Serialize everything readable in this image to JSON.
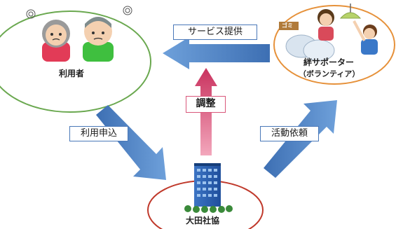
{
  "nodes": {
    "user": {
      "label": "利用者"
    },
    "supporter": {
      "label_line1": "絆サポーター",
      "label_line2": "（ボランティア）",
      "sign_text": "ゴミ"
    },
    "council": {
      "label": "大田社協"
    }
  },
  "flows": {
    "service": {
      "label": "サービス提供"
    },
    "application": {
      "label": "利用申込"
    },
    "request": {
      "label": "活動依頼"
    },
    "adjust": {
      "label": "調整"
    }
  },
  "colors": {
    "user_ellipse": "#6aa84f",
    "supporter_ellipse": "#e6913a",
    "council_ellipse": "#c0392b",
    "arrow_blue": "#4f81bd",
    "arrow_pink": "#d9577a",
    "label_border_blue": "#4a78b8",
    "label_border_pink": "#d9577a"
  }
}
